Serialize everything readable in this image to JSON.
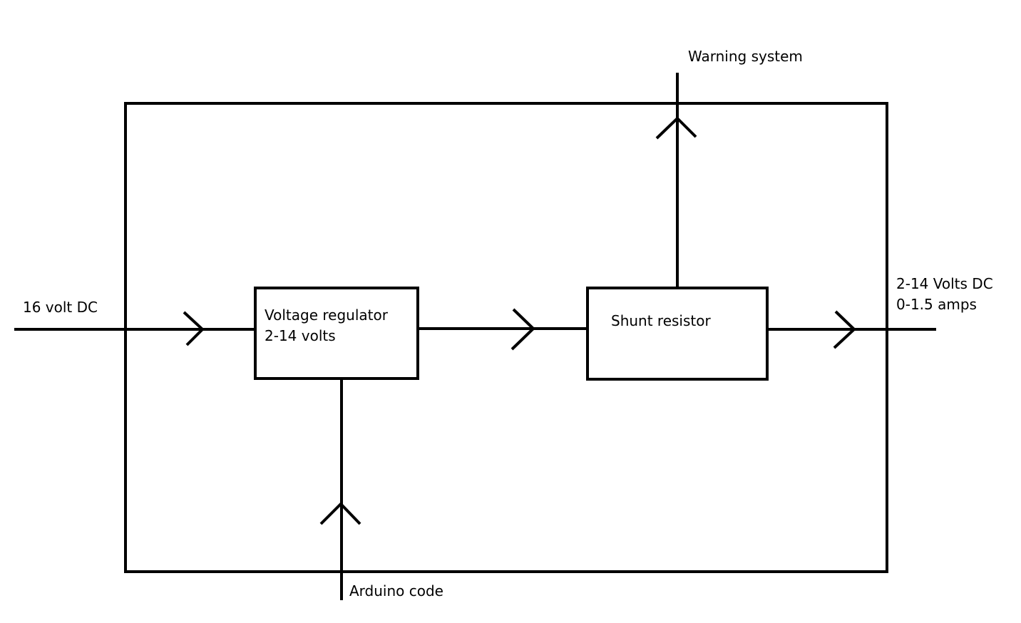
{
  "diagram": {
    "input_label": "16 volt DC",
    "regulator": {
      "line1": "Voltage regulator",
      "line2": "2-14 volts"
    },
    "shunt": {
      "label": "Shunt resistor"
    },
    "output": {
      "line1": "2-14 Volts DC",
      "line2": "0-1.5 amps"
    },
    "warning_label": "Warning system",
    "arduino_label": "Arduino code"
  }
}
